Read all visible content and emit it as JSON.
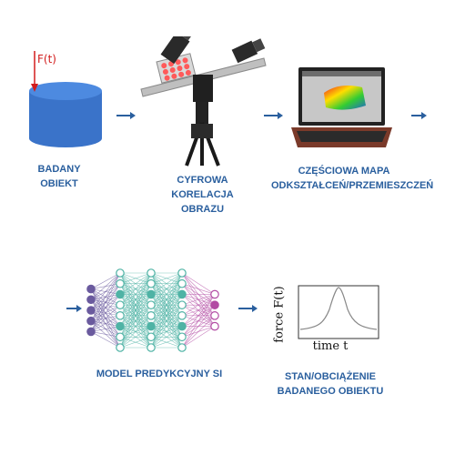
{
  "top_row": {
    "force_label": "F(t)",
    "object_label": [
      "BADANY",
      "OBIEKT"
    ],
    "camera_label": [
      "CYFROWA",
      "KORELACJA OBRAZU"
    ],
    "map_label": [
      "CZĘŚCIOWA MAPA",
      "ODKSZTAŁCEŃ/PRZEMIESZCZEŃ"
    ]
  },
  "bottom_row": {
    "model_label": "MODEL PREDYKCYJNY SI",
    "state_label": [
      "STAN/OBCIĄŻENIE",
      "BADANEGO OBIEKTU"
    ],
    "plot": {
      "ylabel": "force F(t)",
      "xlabel": "time t"
    }
  },
  "colors": {
    "accent": "#2a5f9e",
    "cylinder": "#3a73c9",
    "force_arrow": "#d21c1c",
    "nn_input": "#6a5a9e",
    "nn_hidden": "#4fb3a5",
    "nn_output": "#b24aa3"
  }
}
